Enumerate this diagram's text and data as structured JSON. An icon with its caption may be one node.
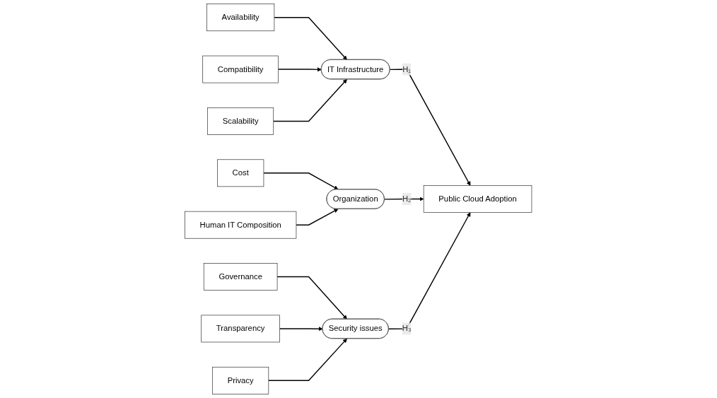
{
  "diagram": {
    "nodes": [
      {
        "text": [
          "Availability"
        ]
      },
      {
        "text": [
          "Compatibility"
        ]
      },
      {
        "text": [
          "Scalability"
        ]
      },
      {
        "text": [
          "IT Infrastructure"
        ]
      },
      {
        "text": [
          "Public Cloud Adoption"
        ]
      },
      {
        "text": [
          "Cost"
        ]
      },
      {
        "text": [
          "Human IT Composition"
        ]
      },
      {
        "text": [
          "Organization"
        ]
      },
      {
        "text": [
          "Governance"
        ]
      },
      {
        "text": [
          "Transparency"
        ]
      },
      {
        "text": [
          "Privacy"
        ]
      },
      {
        "text": [
          "Security issues"
        ]
      }
    ],
    "edges": [
      {
        "from": 0,
        "to": 3,
        "arrow": "to"
      },
      {
        "from": 1,
        "to": 3,
        "arrow": "to"
      },
      {
        "from": 2,
        "to": 3,
        "arrow": "to"
      },
      {
        "from": 3,
        "to": 4,
        "arrow": "to",
        "label": "H₁"
      },
      {
        "from": 5,
        "to": 7,
        "arrow": "to"
      },
      {
        "from": 6,
        "to": 7,
        "arrow": "to"
      },
      {
        "from": 7,
        "to": 4,
        "arrow": "to",
        "label": "H₂"
      },
      {
        "from": 8,
        "to": 11,
        "arrow": "to"
      },
      {
        "from": 9,
        "to": 11,
        "arrow": "to"
      },
      {
        "from": 10,
        "to": 11,
        "arrow": "to"
      },
      {
        "from": 11,
        "to": 4,
        "arrow": "to",
        "label": "H₃"
      }
    ]
  }
}
